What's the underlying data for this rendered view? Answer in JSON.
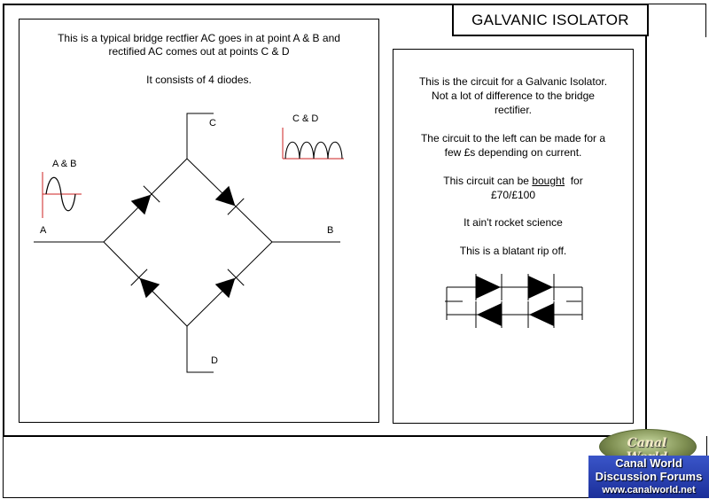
{
  "title": "GALVANIC ISOLATOR",
  "left_panel": {
    "intro_line1": "This is a typical bridge rectfier AC goes in at point A & B and",
    "intro_line2": "rectified AC comes out at points C & D",
    "diodes_note": "It consists of 4 diodes.",
    "labels": {
      "a": "A",
      "b": "B",
      "c": "C",
      "d": "D",
      "ab_wave": "A & B",
      "cd_wave": "C & D"
    }
  },
  "right_panel": {
    "p1_line1": "This is the circuit for a Galvanic Isolator.",
    "p1_line2": "Not a lot of difference to the bridge",
    "p1_line3": "rectifier.",
    "p2_line1": "The circuit to the left can be made for a",
    "p2_line2": "few £s depending on current.",
    "p3_prefix": "This circuit can be ",
    "p3_link": "bought",
    "p3_suffix": "  for",
    "p3_line2": "£70/£100",
    "p4": "It ain't rocket science",
    "p5": "This is a blatant rip off."
  },
  "logo": {
    "oval_text": "Canal World",
    "line1": "Canal World",
    "line2": "Discussion Forums",
    "url": "www.canalworld.net"
  },
  "colors": {
    "line": "#000000",
    "wave_axis": "#cc2222",
    "logo_band": "#2a44b8"
  }
}
